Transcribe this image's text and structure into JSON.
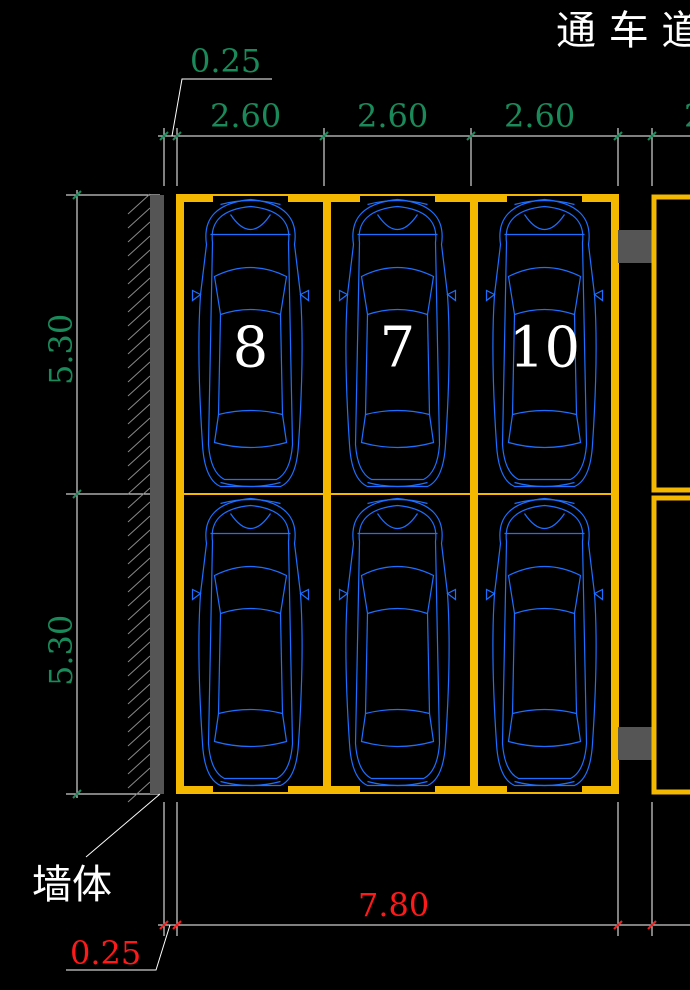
{
  "title": "通 车 道",
  "colors": {
    "background": "#000000",
    "dimension_green": "#1a8a5a",
    "dimension_red": "#ff1a1a",
    "stall_line": "#f5b800",
    "car_outline": "#1e6fff",
    "wall": "#555555"
  },
  "dimensions": {
    "wall_thickness_top": "0.25",
    "bay_widths": [
      "2.60",
      "2.60",
      "2.60"
    ],
    "bay_depths": [
      "5.30",
      "5.30"
    ],
    "total_width": "7.80",
    "wall_thickness_bottom": "0.25"
  },
  "wall_label": "墙体",
  "spots": [
    {
      "number": "8",
      "row": 0,
      "col": 0
    },
    {
      "number": "7",
      "row": 0,
      "col": 1
    },
    {
      "number": "10",
      "row": 0,
      "col": 2
    },
    {
      "number": "",
      "row": 1,
      "col": 0
    },
    {
      "number": "",
      "row": 1,
      "col": 1
    },
    {
      "number": "",
      "row": 1,
      "col": 2
    }
  ]
}
